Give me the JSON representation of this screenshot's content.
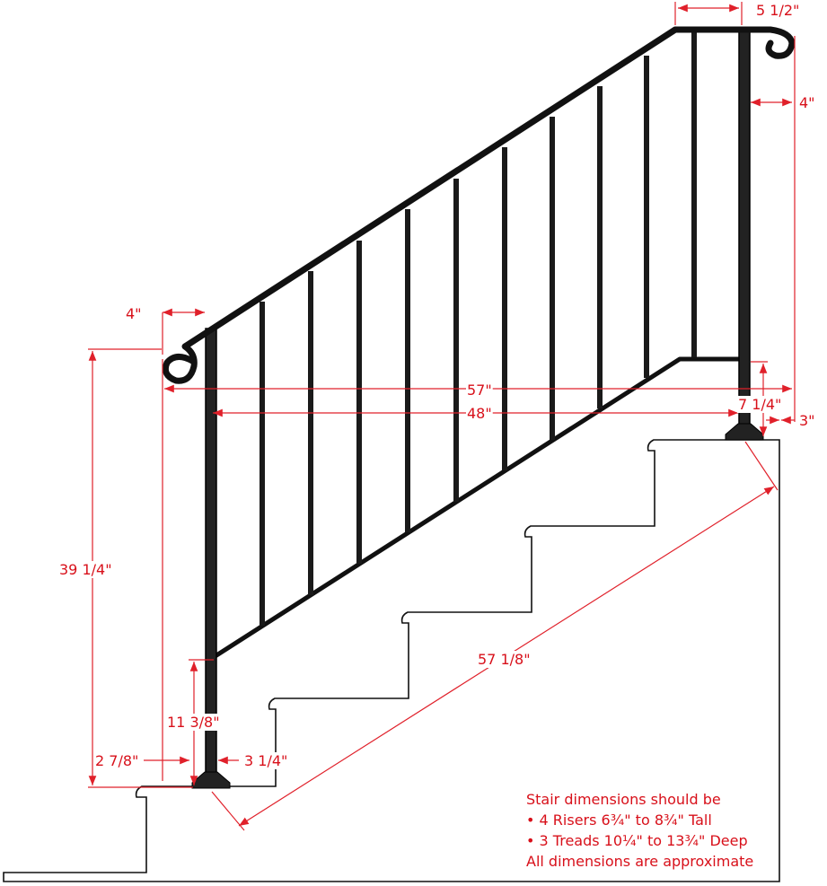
{
  "dimensions": {
    "top_offset": "5 1/2\"",
    "right_top_offset": "4\"",
    "left_offset": "4\"",
    "overall_length": "57\"",
    "post_spacing": "48\"",
    "right_post_height": "7 1/4\"",
    "right_foot_offset": "3\"",
    "overall_height": "39 1/4\"",
    "left_post_height": "11 3/8\"",
    "left_foot_left": "2 7/8\"",
    "left_foot_right": "3 1/4\"",
    "diagonal_length": "57 1/8\""
  },
  "notes": {
    "line1": "Stair dimensions should be",
    "line2": "• 4 Risers 6¾\" to 8¾\" Tall",
    "line3": "• 3 Treads 10¼\" to 13¾\" Deep",
    "line4": "All dimensions are approximate"
  },
  "colors": {
    "dimension": "#e0202a",
    "rail": "#111111",
    "stair": "#111111"
  }
}
